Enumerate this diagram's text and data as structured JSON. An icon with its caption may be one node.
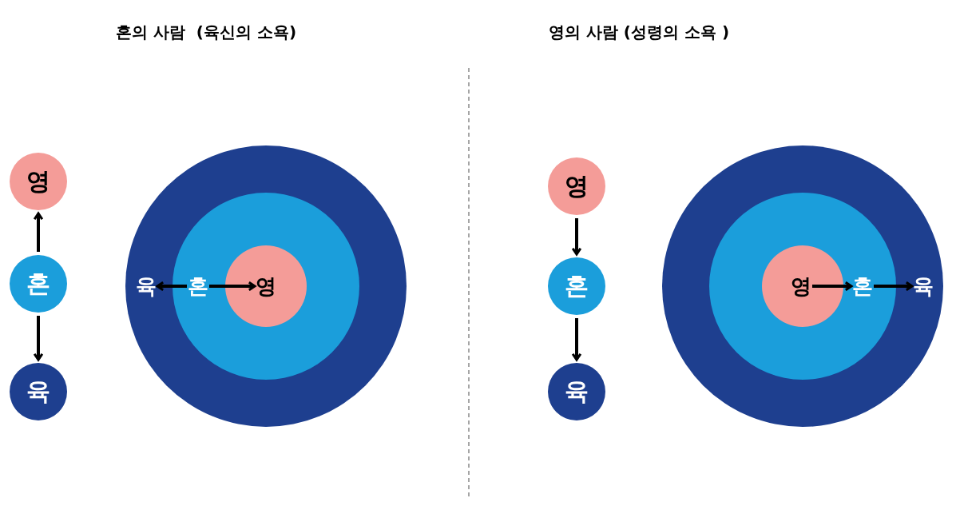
{
  "diagram": {
    "nodes": [
      {
        "text": [
          "영"
        ]
      },
      {
        "text": [
          "혼"
        ]
      },
      {
        "text": [
          "육"
        ]
      },
      {
        "text": [],
        "shape": "circle"
      },
      {
        "text": [],
        "shape": "circle",
        "in": 3
      },
      {
        "text": [],
        "shape": "circle",
        "in": 4
      },
      {
        "text": [
          "육"
        ],
        "in": 3
      },
      {
        "text": [
          "혼"
        ],
        "in": 4
      },
      {
        "text": [
          "영"
        ],
        "in": 5
      },
      {
        "text": [
          "영"
        ]
      },
      {
        "text": [
          "혼"
        ]
      },
      {
        "text": [
          "육"
        ]
      },
      {
        "text": [],
        "shape": "circle"
      },
      {
        "text": [],
        "shape": "circle",
        "in": 12
      },
      {
        "text": [],
        "shape": "circle",
        "in": 13
      },
      {
        "text": [
          "영"
        ],
        "in": 14
      },
      {
        "text": [
          "혼"
        ],
        "in": 13
      },
      {
        "text": [
          "육"
        ],
        "in": 12
      }
    ],
    "edges": [
      {
        "from": 1,
        "to": 0,
        "arrow": "to"
      },
      {
        "from": 1,
        "to": 2,
        "arrow": "to"
      },
      {
        "from": 7,
        "to": 6,
        "arrow": "to"
      },
      {
        "from": 7,
        "to": 8,
        "arrow": "to"
      },
      {
        "from": 9,
        "to": 10,
        "arrow": "to"
      },
      {
        "from": 10,
        "to": 11,
        "arrow": "to"
      },
      {
        "from": 15,
        "to": 16,
        "arrow": "to"
      },
      {
        "from": 16,
        "to": 17,
        "arrow": "to"
      }
    ],
    "labels": [
      "혼의 사람  (육신의 소욕)",
      "영의 사람 (성령의 소욕 )"
    ]
  }
}
